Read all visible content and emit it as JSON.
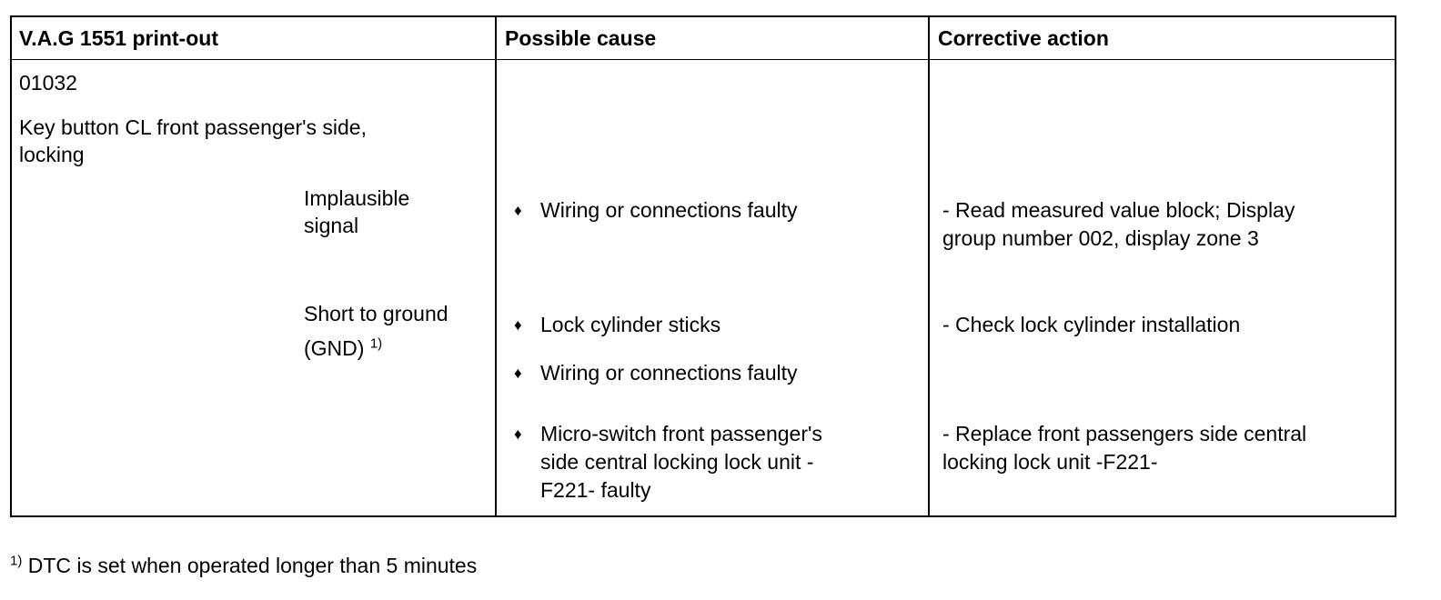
{
  "headers": {
    "printout": "V.A.G 1551 print-out",
    "cause": "Possible cause",
    "action": "Corrective action"
  },
  "fault": {
    "code": "01032",
    "name_line1": "Key button CL front passenger's side,",
    "name_line2": "locking"
  },
  "row1": {
    "condition_line1": "Implausible",
    "condition_line2": "signal",
    "cause": "Wiring or connections faulty",
    "action_line1": "- Read measured value block; Display",
    "action_line2": "group number 002, display zone 3"
  },
  "row2": {
    "condition_line1": "Short to ground",
    "condition_line2": "(GND)",
    "condition_footnote_ref": "1)",
    "cause1": "Lock cylinder sticks",
    "cause2": "Wiring or connections faulty",
    "cause3_line1": "Micro-switch front passenger's",
    "cause3_line2": "side central locking lock unit -",
    "cause3_line3": "F221- faulty",
    "action1": "- Check lock cylinder installation",
    "action2_line1": "- Replace front passengers side central",
    "action2_line2": "locking lock unit -F221-"
  },
  "footnote": {
    "marker": "1)",
    "text": "DTC is set when operated longer than 5 minutes"
  },
  "bullet_glyph": "♦"
}
